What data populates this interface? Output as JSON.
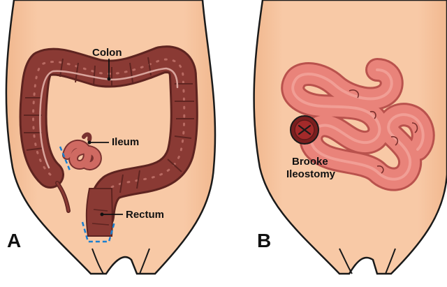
{
  "diagram": {
    "panels": [
      {
        "letter": "A",
        "labels": {
          "colon": "Colon",
          "ileum": "Ileum",
          "rectum": "Rectum"
        }
      },
      {
        "letter": "B",
        "labels": {
          "stoma_line1": "Brooke",
          "stoma_line2": "Ileostomy"
        }
      }
    ],
    "colors": {
      "skin": "#f8c9a6",
      "outline": "#1a1a1a",
      "colon": "#8a3a34",
      "colon_dark": "#5e2420",
      "intestine": "#e9837a",
      "intestine_dark": "#b9524d",
      "resection_marker": "#1a7fd0",
      "stoma": "#a32a2a"
    }
  }
}
